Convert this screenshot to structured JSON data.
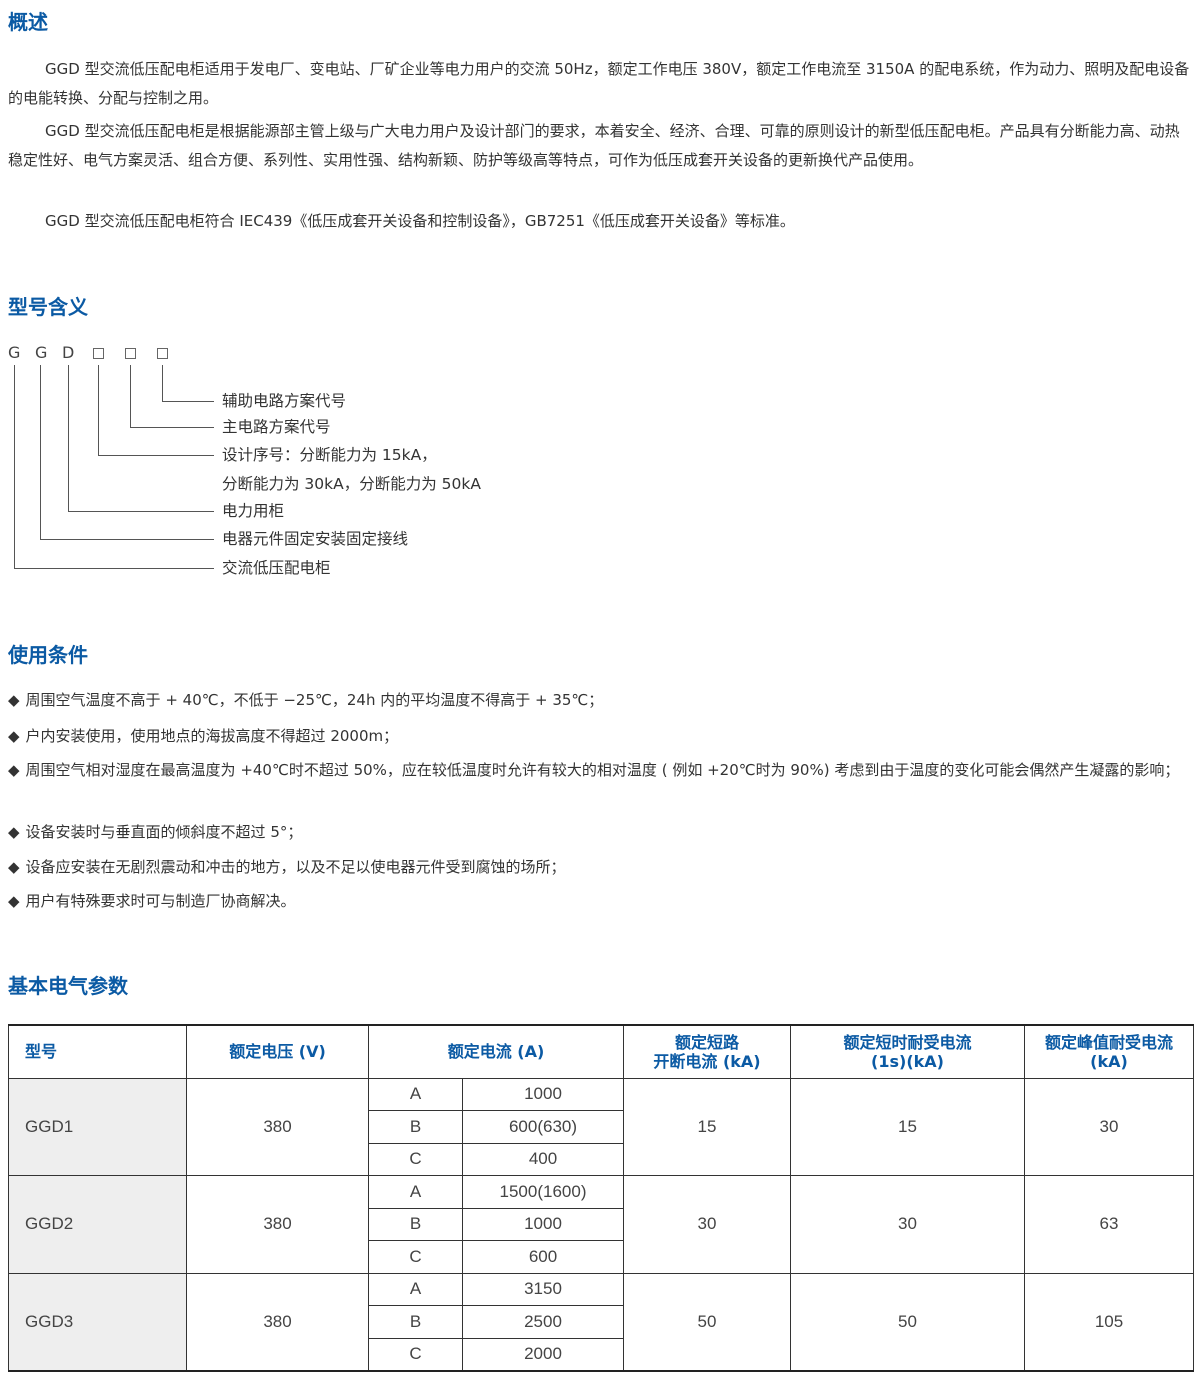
{
  "sections": {
    "overview_title": "概述",
    "model_title": "型号含义",
    "conditions_title": "使用条件",
    "params_title": "基本电气参数"
  },
  "overview": [
    "GGD 型交流低压配电柜适用于发电厂、变电站、厂矿企业等电力用户的交流 50Hz，额定工作电压 380V，额定工作电流至 3150A 的配电系统，作为动力、照明及配电设备的电能转换、分配与控制之用。",
    "GGD 型交流低压配电柜是根据能源部主管上级与广大电力用户及设计部门的要求，本着安全、经济、合理、可靠的原则设计的新型低压配电柜。产品具有分断能力高、动热稳定性好、电气方案灵活、组合方便、系列性、实用性强、结构新颖、防护等级高等特点，可作为低压成套开关设备的更新换代产品使用。",
    "GGD 型交流低压配电柜符合 IEC439《低压成套开关设备和控制设备》，GB7251《低压成套开关设备》等标准。"
  ],
  "model_code": {
    "letters": [
      "G",
      "G",
      "D"
    ],
    "labels": [
      "辅助电路方案代号",
      "主电路方案代号",
      "设计序号：分断能力为 15kA，",
      "分断能力为 30kA，分断能力为 50kA",
      "电力用柜",
      "电器元件固定安装固定接线",
      "交流低压配电柜"
    ]
  },
  "conditions": {
    "bullet_symbol": "◆",
    "items": [
      "周围空气温度不高于 + 40℃，不低于 −25℃，24h 内的平均温度不得高于 + 35℃；",
      "户内安装使用，使用地点的海拔高度不得超过 2000m；",
      "周围空气相对湿度在最高温度为 +40℃时不超过 50%，应在较低温度时允许有较大的相对温度 ( 例如 +20℃时为 90%) 考虑到由于温度的变化可能会偶然产生凝露的影响；",
      "设备安装时与垂直面的倾斜度不超过 5°；",
      "设备应安装在无剧烈震动和冲击的地方，以及不足以使电器元件受到腐蚀的场所；",
      "用户有特殊要求时可与制造厂协商解决。"
    ]
  },
  "table": {
    "headers": {
      "model": "型号",
      "voltage": "额定电压 (V)",
      "current": "额定电流 (A)",
      "breaking_l1": "额定短路",
      "breaking_l2": "开断电流 (kA)",
      "short_time_l1": "额定短时耐受电流",
      "short_time_l2": "(1s)(kA)",
      "peak_l1": "额定峰值耐受电流",
      "peak_l2": "(kA)"
    },
    "rows": [
      {
        "model": "GGD1",
        "voltage": "380",
        "grades": [
          "A",
          "B",
          "C"
        ],
        "currents": [
          "1000",
          "600(630)",
          "400"
        ],
        "breaking": "15",
        "short_time": "15",
        "peak": "30"
      },
      {
        "model": "GGD2",
        "voltage": "380",
        "grades": [
          "A",
          "B",
          "C"
        ],
        "currents": [
          "1500(1600)",
          "1000",
          "600"
        ],
        "breaking": "30",
        "short_time": "30",
        "peak": "63"
      },
      {
        "model": "GGD3",
        "voltage": "380",
        "grades": [
          "A",
          "B",
          "C"
        ],
        "currents": [
          "3150",
          "2500",
          "2000"
        ],
        "breaking": "50",
        "short_time": "50",
        "peak": "105"
      }
    ]
  },
  "colors": {
    "heading": "#0b5aa4",
    "text": "#333333",
    "model_cell_bg": "#eeeeee"
  }
}
